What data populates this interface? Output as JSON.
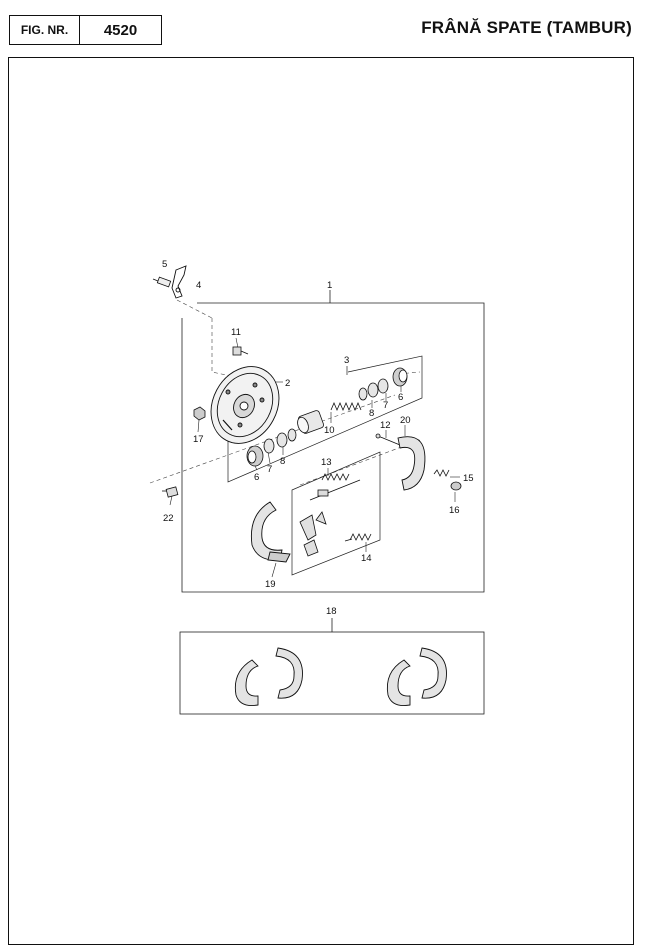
{
  "header": {
    "fig_label": "FIG. NR.",
    "fig_number": "4520",
    "title": "FRÂNĂ SPATE (TAMBUR)"
  },
  "callouts": {
    "c1": "1",
    "c2": "2",
    "c3": "3",
    "c4": "4",
    "c5": "5",
    "c6a": "6",
    "c6b": "6",
    "c7a": "7",
    "c7b": "7",
    "c8a": "8",
    "c8b": "8",
    "c10": "10",
    "c11": "11",
    "c12": "12",
    "c13": "13",
    "c14": "14",
    "c15": "15",
    "c16": "16",
    "c17": "17",
    "c18": "18",
    "c19": "19",
    "c20": "20",
    "c22": "22"
  }
}
